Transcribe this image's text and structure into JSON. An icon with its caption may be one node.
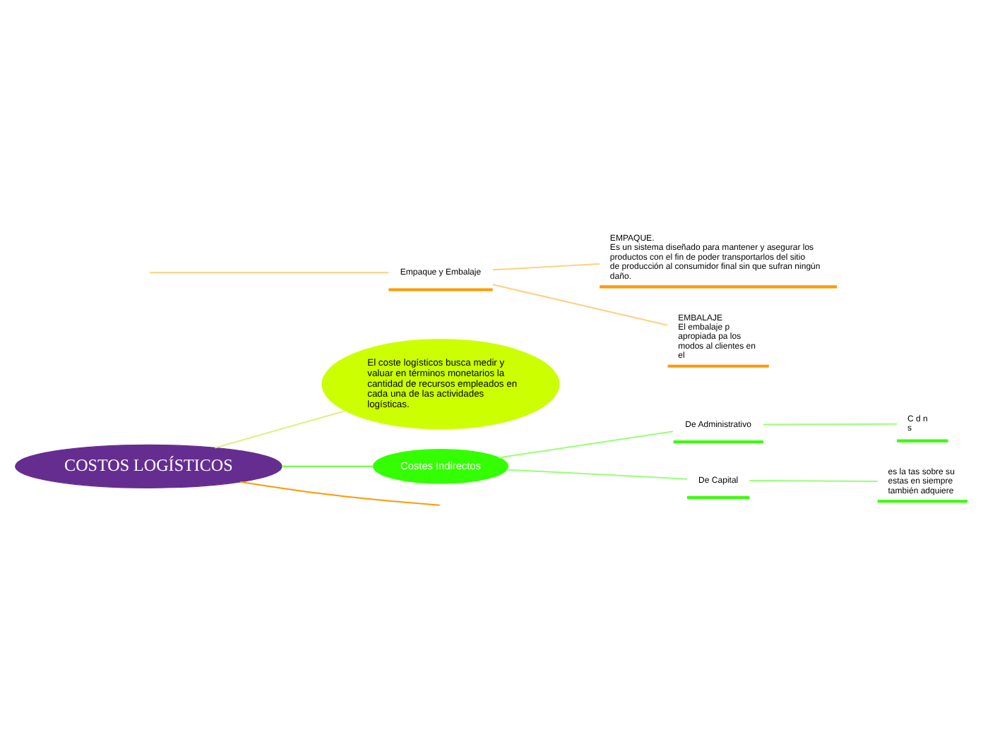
{
  "diagram": {
    "nodes": [
      {
        "text": [
          "COSTOS LOGÍSTICOS"
        ]
      },
      {
        "text": [
          "El coste logísticos busca medir y valuar en términos monetarios la cantidad de recursos empleados en cada una de las actividades logísticas."
        ]
      },
      {
        "text": [
          "Empaque y Embalaje"
        ]
      },
      {
        "text": [
          "EMPAQUE.",
          "Es un sistema diseñado para mantener y asegurar los productos con el fin de poder transportarlos del sitio de producción al consumidor final sin que sufran ningún daño."
        ]
      },
      {
        "text": [
          "EMBALAJE",
          "El embalaje p apropiada pa los modos al clientes en el"
        ]
      },
      {
        "text": [
          "Costes Indirectos"
        ]
      },
      {
        "text": [
          "De Administrativo"
        ]
      },
      {
        "text": [
          "C d n s"
        ]
      },
      {
        "text": [
          "De Capital"
        ]
      },
      {
        "text": [
          "es la tas sobre su estas en siempre también adquiere"
        ]
      }
    ],
    "edges": [
      {
        "from": 0,
        "to": null,
        "arrow": "none",
        "color": "#ff9900"
      },
      {
        "from": null,
        "to": 2,
        "arrow": "none",
        "color": "#ffd080"
      },
      {
        "from": 2,
        "to": 3,
        "arrow": "none",
        "color": "#ffd080"
      },
      {
        "from": 2,
        "to": 4,
        "arrow": "none",
        "color": "#ffd080"
      },
      {
        "from": 0,
        "to": 1,
        "arrow": "none",
        "color": "#e0f080"
      },
      {
        "from": 0,
        "to": 5,
        "arrow": "none",
        "color": "#66ff33"
      },
      {
        "from": 5,
        "to": 6,
        "arrow": "none",
        "color": "#99ff77"
      },
      {
        "from": 5,
        "to": 8,
        "arrow": "none",
        "color": "#99ff77"
      },
      {
        "from": 6,
        "to": 7,
        "arrow": "none",
        "color": "#99ff77"
      },
      {
        "from": 8,
        "to": 9,
        "arrow": "none",
        "color": "#99ff77"
      }
    ]
  }
}
